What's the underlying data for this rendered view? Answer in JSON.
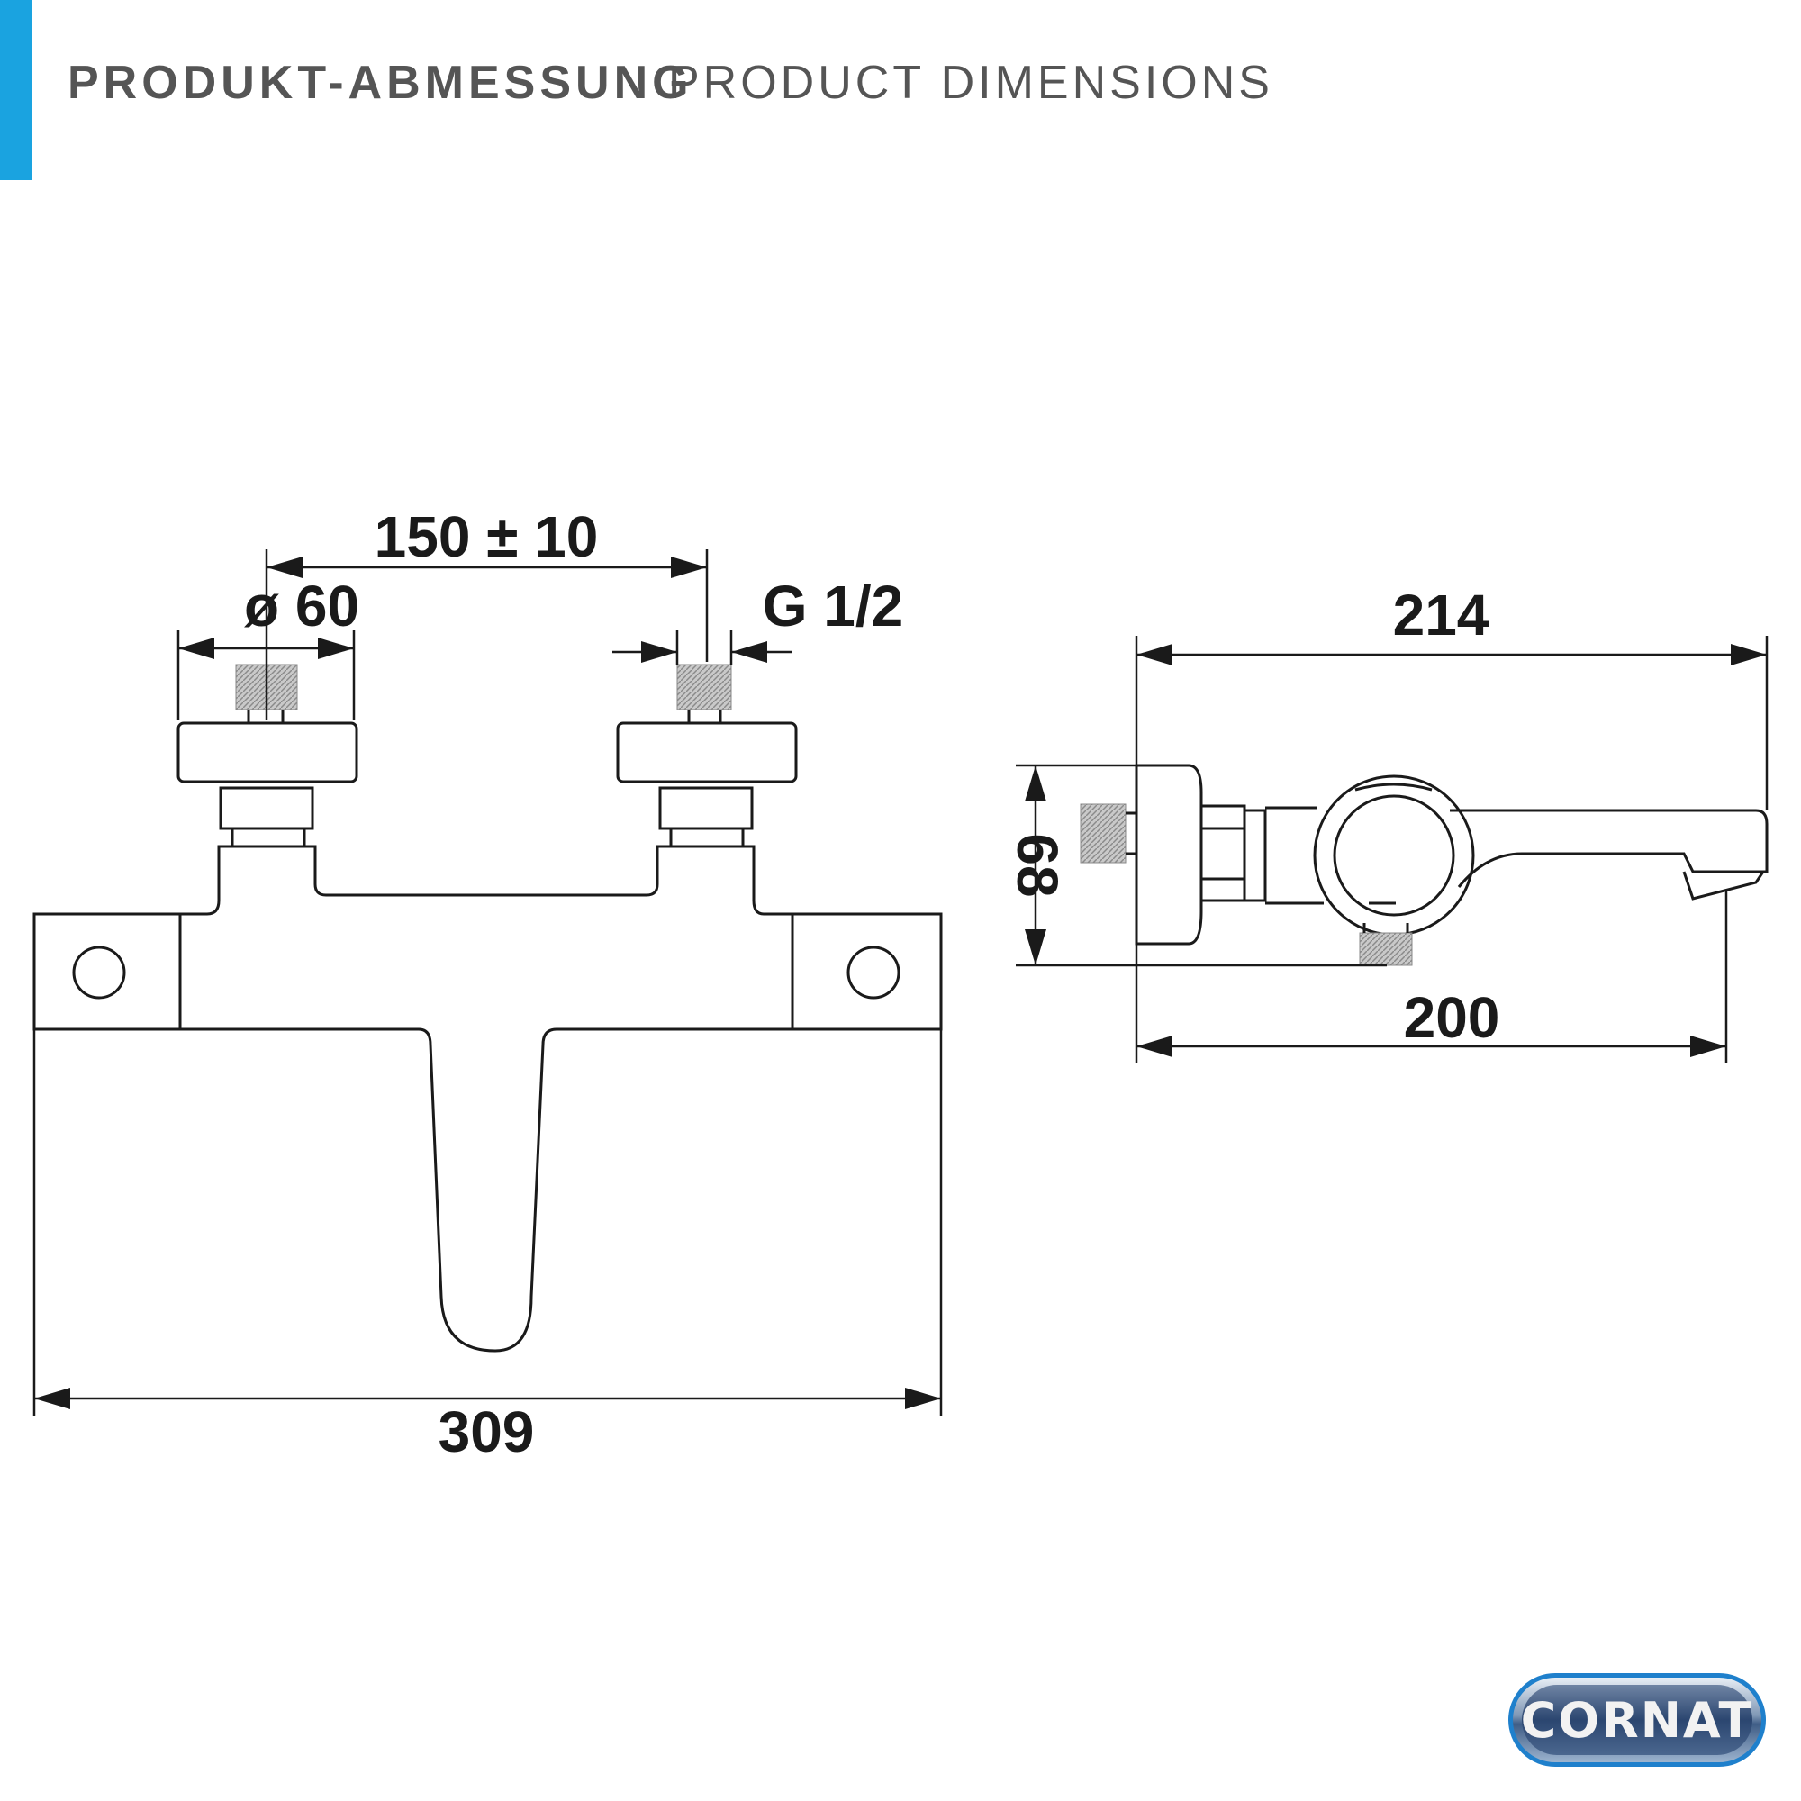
{
  "header": {
    "title_de": "PRODUKT-ABMESSUNG",
    "title_en": "PRODUCT DIMENSIONS",
    "accent_color": "#1aa3e0"
  },
  "front_view": {
    "inlet_spacing": "150 ± 10",
    "knob_diameter": "ø 60",
    "thread_size": "G 1/2",
    "overall_width": "309"
  },
  "side_view": {
    "overall_depth": "214",
    "spout_depth": "200",
    "height": "68"
  },
  "logo": {
    "text": "CORNAT",
    "colors": [
      "#1f80cc",
      "#3f5d86"
    ]
  }
}
